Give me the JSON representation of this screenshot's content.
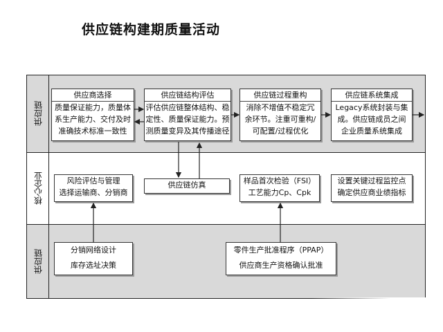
{
  "title": "供应链构建期质量活动",
  "lanes": {
    "top": "供应链",
    "mid": "核心企业",
    "bot": "供应链"
  },
  "boxes": {
    "supplier_selection": {
      "title": "供应商选择",
      "lines": [
        "质量保证能力，质量体",
        "系生产能力、交付及时",
        "准确技术标准一致性"
      ]
    },
    "structure_eval": {
      "title": "供应链结构评估",
      "lines": [
        "评估供应链整体结构、稳",
        "定性、质量保证能力。预",
        "测质量变异及其传播途径"
      ]
    },
    "process_restructure": {
      "title": "供应链过程重构",
      "lines": [
        "消除不增值不稳定冗",
        "余环节。注重可重构/",
        "可配置/过程优化"
      ]
    },
    "system_integration": {
      "title": "供应链系统集成",
      "lines": [
        "Legacy系统封装与集",
        "成。供应链成员之间",
        "企业质量系统集成"
      ]
    },
    "risk_eval": {
      "lines": [
        "风险评估与管理",
        "选择运输商、分销商"
      ]
    },
    "simulation": {
      "lines": [
        "供应链仿真"
      ]
    },
    "fsi": {
      "lines": [
        "样品首次检验（FSI）",
        "工艺能力Cp、Cpk"
      ]
    },
    "monitoring": {
      "lines": [
        "设置关键过程监控点",
        "确定供应商业绩指标"
      ]
    },
    "distribution": {
      "lines": [
        "分销网络设计",
        "库存选址决策"
      ]
    },
    "ppap": {
      "lines": [
        "零件生产批准程序（PPAP）",
        "供应商生产资格确认批准"
      ]
    }
  }
}
